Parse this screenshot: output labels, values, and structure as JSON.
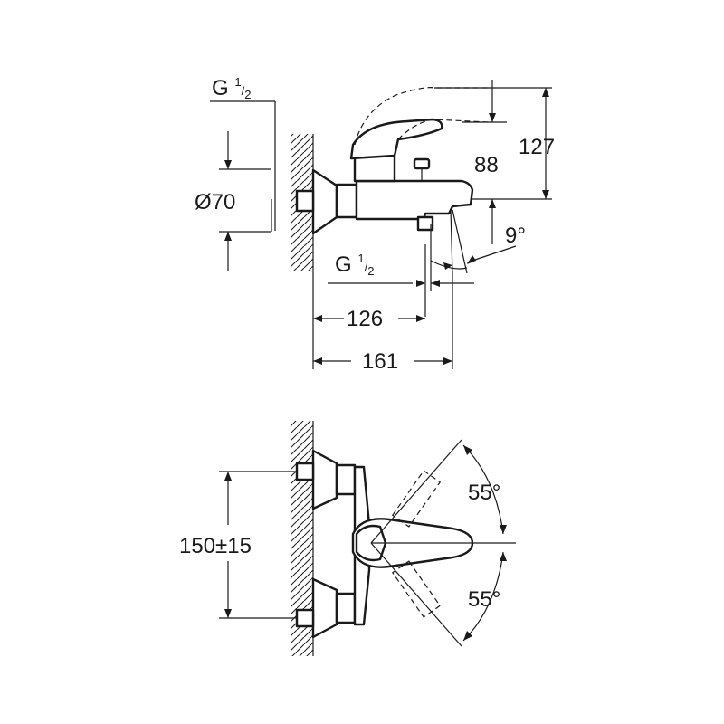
{
  "side_view": {
    "thread_top": {
      "base": "G ",
      "num": "1",
      "den": "2"
    },
    "diameter": "Ø70",
    "height_88": "88",
    "height_127": "127",
    "angle": "9°",
    "thread_bottom": {
      "base": "G ",
      "num": "1",
      "den": "2"
    },
    "width_126": "126",
    "width_161": "161"
  },
  "front_view": {
    "spacing": "150±15",
    "angle_up": "55°",
    "angle_down": "55°"
  }
}
